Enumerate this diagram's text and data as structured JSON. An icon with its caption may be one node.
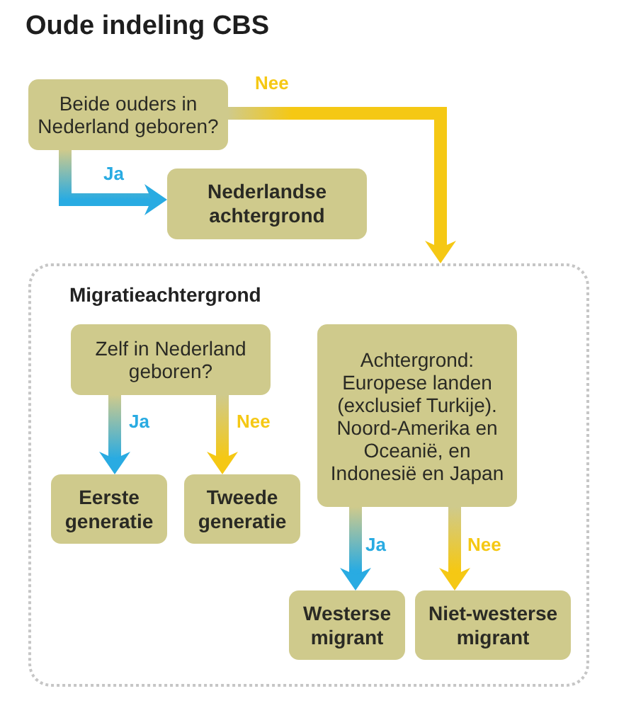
{
  "diagram": {
    "title": "Oude indeling CBS",
    "nodes": [
      {
        "text": [
          "Beide ouders in Nederland geboren?"
        ]
      },
      {
        "text": [
          "Nederlandse achtergrond"
        ]
      },
      {
        "text": [
          "Migratieachtergrond"
        ]
      },
      {
        "text": [
          "Zelf in Nederland geboren?"
        ],
        "in": 2
      },
      {
        "text": [
          "Eerste generatie"
        ],
        "in": 2
      },
      {
        "text": [
          "Tweede generatie"
        ],
        "in": 2
      },
      {
        "text": [
          "Achtergrond: Europese landen (exclusief Turkije). Noord-Amerika en Oceanië, en Indonesië en Japan"
        ],
        "in": 2
      },
      {
        "text": [
          "Westerse migrant"
        ],
        "in": 2
      },
      {
        "text": [
          "Niet-westerse migrant"
        ],
        "in": 2
      }
    ],
    "edges": [
      {
        "from": 0,
        "to": 1,
        "arrow": "to",
        "label": "Ja",
        "color": "#29abe2"
      },
      {
        "from": 0,
        "to": 2,
        "arrow": "to",
        "label": "Nee",
        "color": "#f5c814"
      },
      {
        "from": 3,
        "to": 4,
        "arrow": "to",
        "label": "Ja",
        "color": "#29abe2"
      },
      {
        "from": 3,
        "to": 5,
        "arrow": "to",
        "label": "Nee",
        "color": "#f5c814"
      },
      {
        "from": 6,
        "to": 7,
        "arrow": "to",
        "label": "Ja",
        "color": "#29abe2"
      },
      {
        "from": 6,
        "to": 8,
        "arrow": "to",
        "label": "Nee",
        "color": "#f5c814"
      }
    ]
  }
}
